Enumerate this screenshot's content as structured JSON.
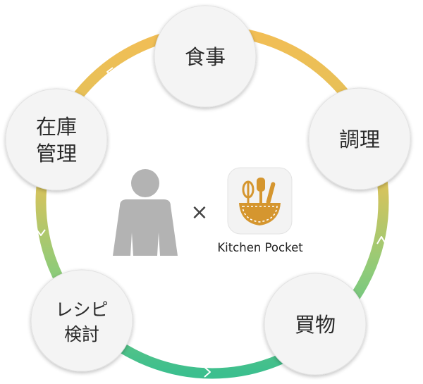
{
  "diagram": {
    "nodes": [
      {
        "id": "meal",
        "lines": [
          "食事"
        ]
      },
      {
        "id": "cooking",
        "lines": [
          "調理"
        ]
      },
      {
        "id": "shopping",
        "lines": [
          "買物"
        ]
      },
      {
        "id": "recipe",
        "lines": [
          "レシピ",
          "検討"
        ]
      },
      {
        "id": "inventory",
        "lines": [
          "在庫",
          "管理"
        ]
      }
    ],
    "center": {
      "person_icon": "person-icon",
      "times_symbol": "×",
      "app_icon": "kitchen-pocket-app-icon",
      "app_name": "Kitchen Pocket"
    },
    "colors": {
      "ring_top": "#F2BE55",
      "ring_bottom": "#3CBF8E",
      "node_fill": "#F4F4F4",
      "person": "#B3B3B3",
      "app_accent": "#D5962F"
    }
  }
}
